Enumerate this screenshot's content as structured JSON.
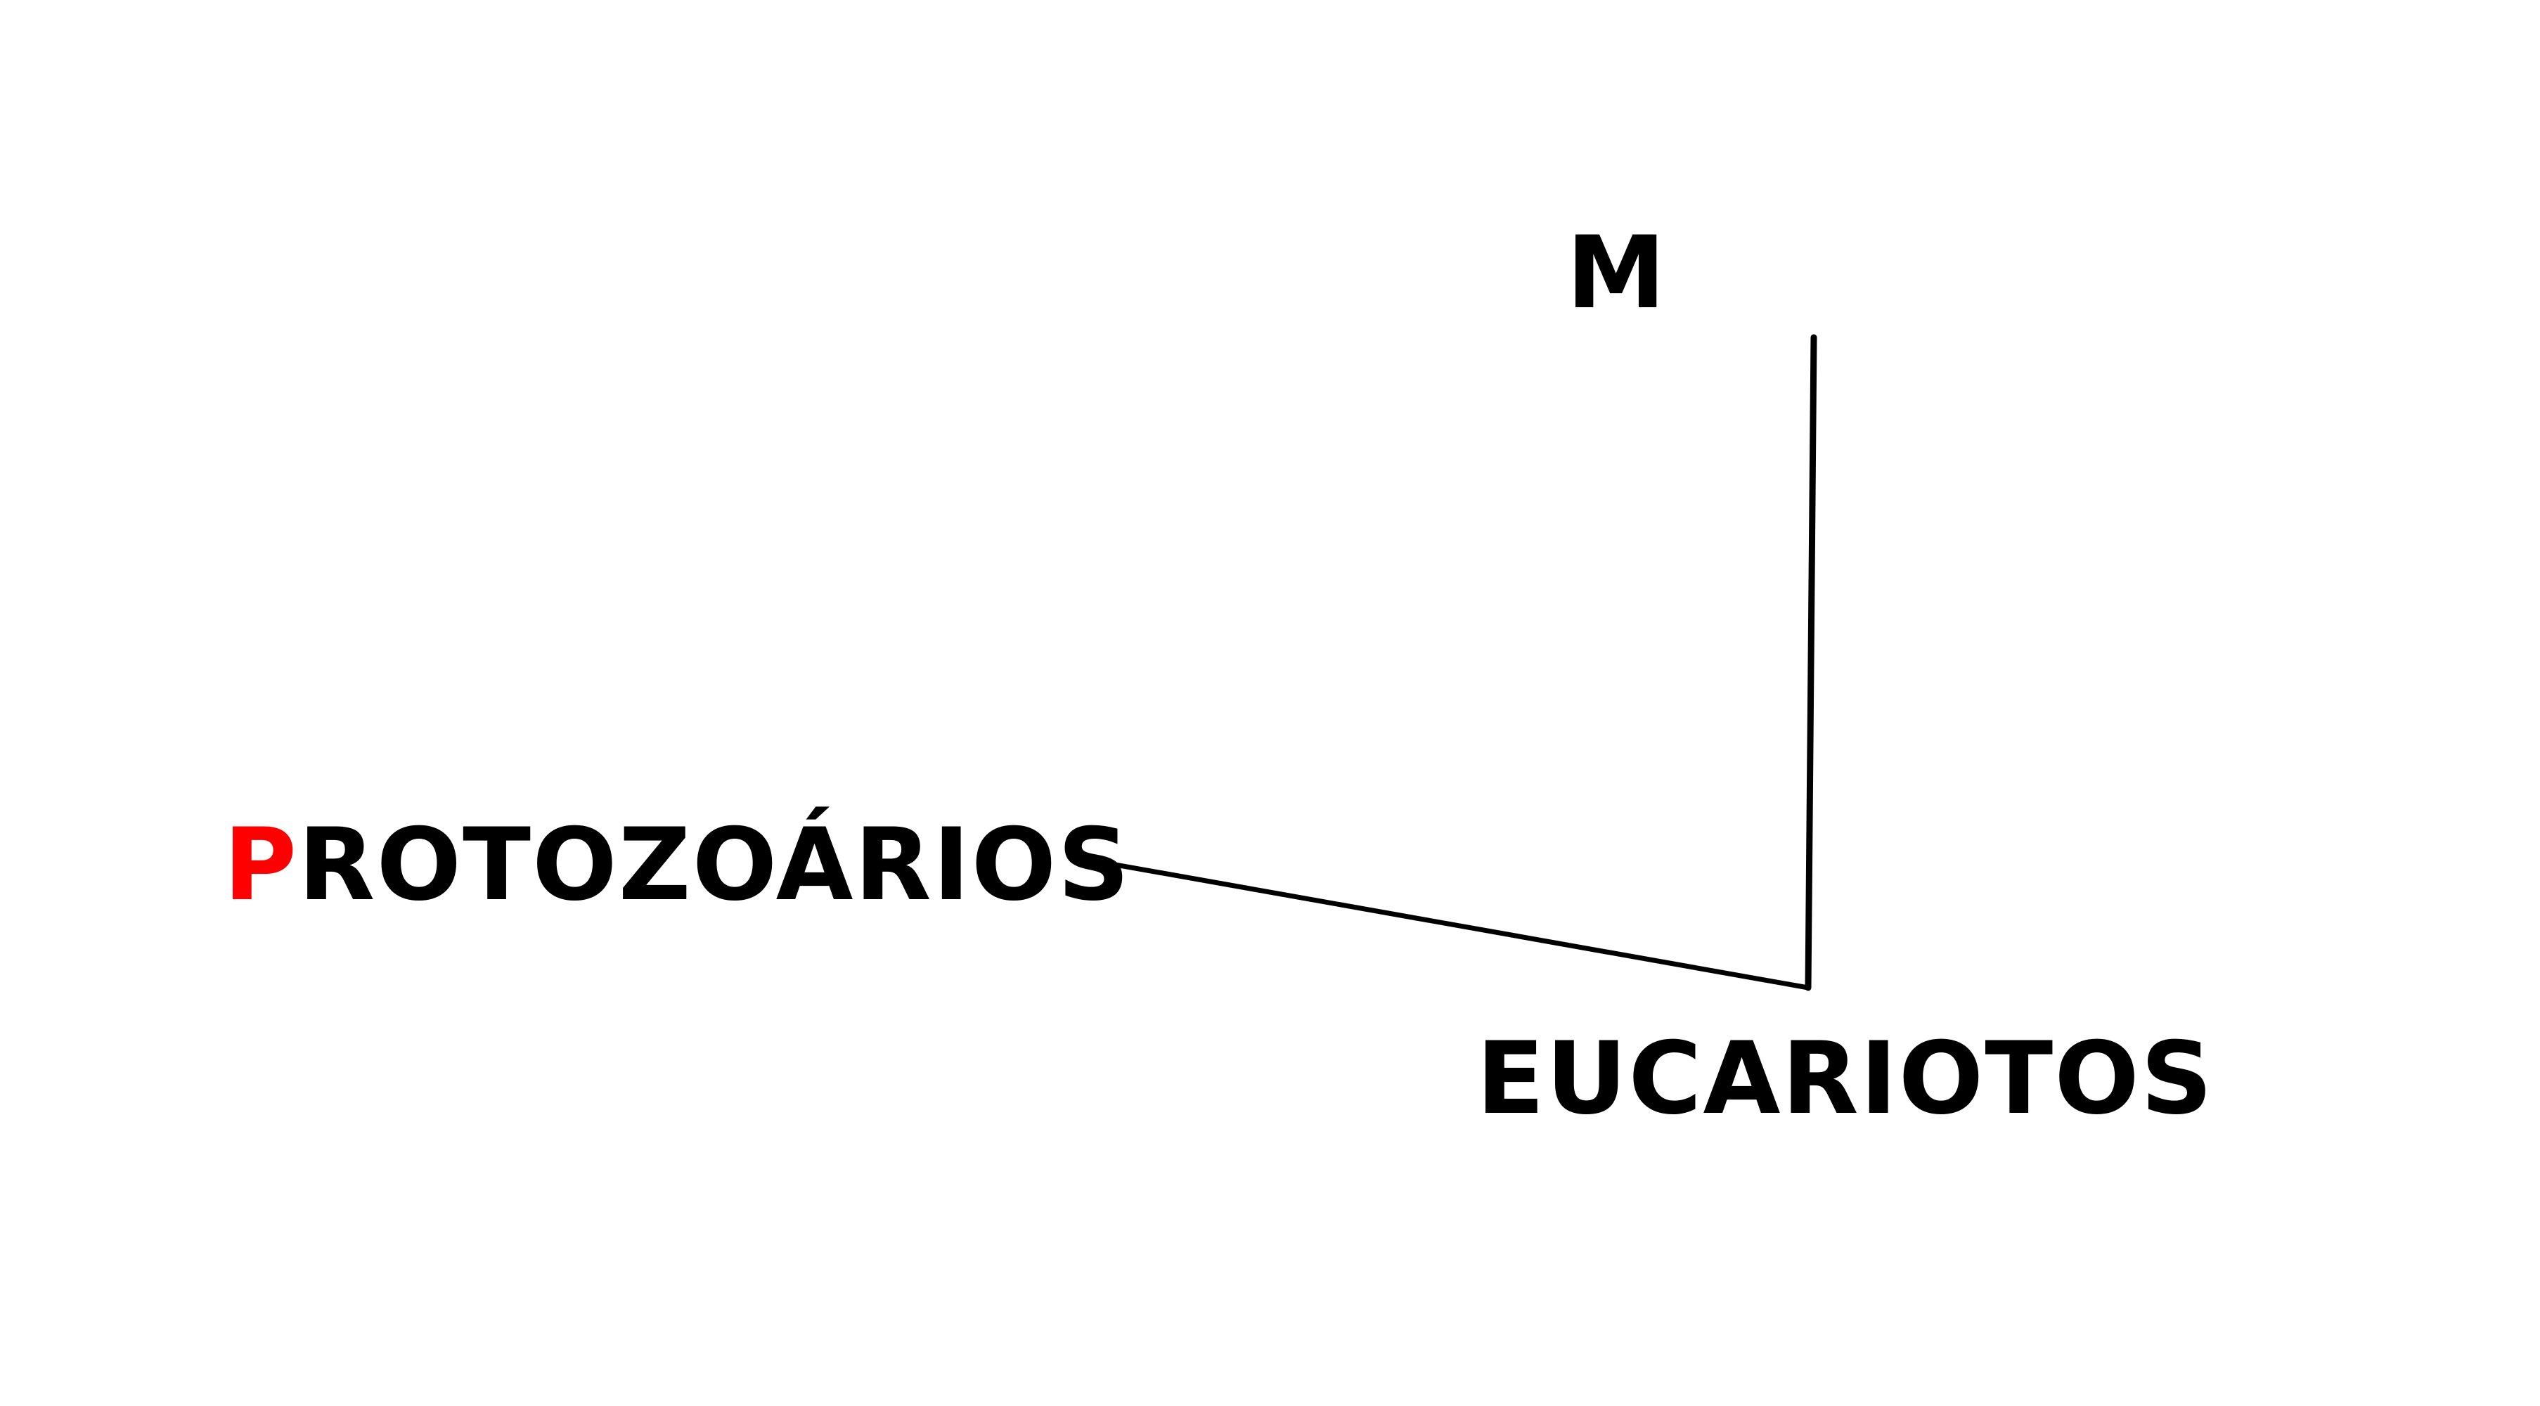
{
  "diagram": {
    "top_label": "M",
    "left_label": {
      "initial": "P",
      "rest": "ROTOZOÁRIOS"
    },
    "bottom_label": "EUCARIOTOS"
  },
  "colors": {
    "background": "#ffffff",
    "text": "#000000",
    "highlight": "#ff0000",
    "line": "#000000"
  }
}
